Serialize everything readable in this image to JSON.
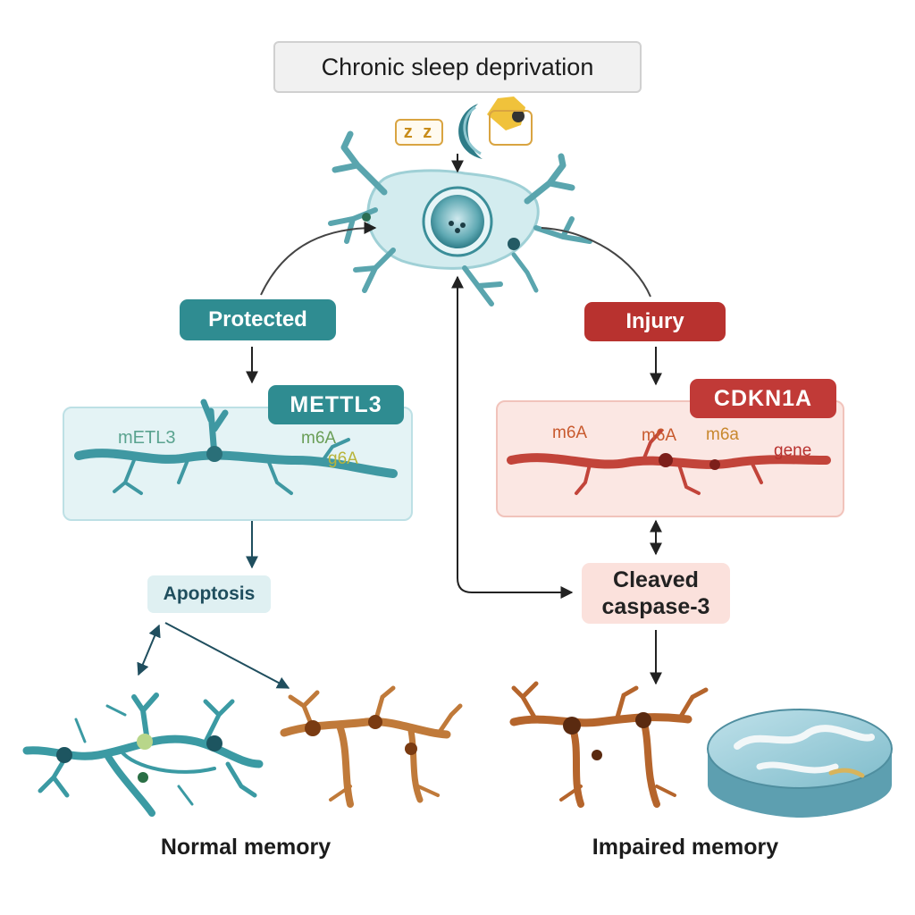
{
  "title": "Chronic sleep deprivation",
  "sleep_badge": "z z",
  "left_pathway": {
    "label": "Protected",
    "gene_tag": "METTL3",
    "molecule_labels": [
      "mETL3",
      "m6A",
      "g6A"
    ],
    "outcome_box": "Apoptosis",
    "caption": "Normal memory"
  },
  "right_pathway": {
    "label": "Injury",
    "gene_tag": "CDKN1A",
    "molecule_labels": [
      "m6A",
      "m6A",
      "m6a",
      "gene"
    ],
    "outcome_box_line1": "Cleaved",
    "outcome_box_line2": "caspase-3",
    "caption": "Impaired memory"
  },
  "colors": {
    "teal": "#2f8c91",
    "red": "#b8322f",
    "neuron_teal": "#3b9aa3",
    "neuron_brown": "#b5652c"
  },
  "icons": [
    "sleep-zz-icon",
    "moon-icon",
    "neuron-icon",
    "water-maze-icon"
  ]
}
